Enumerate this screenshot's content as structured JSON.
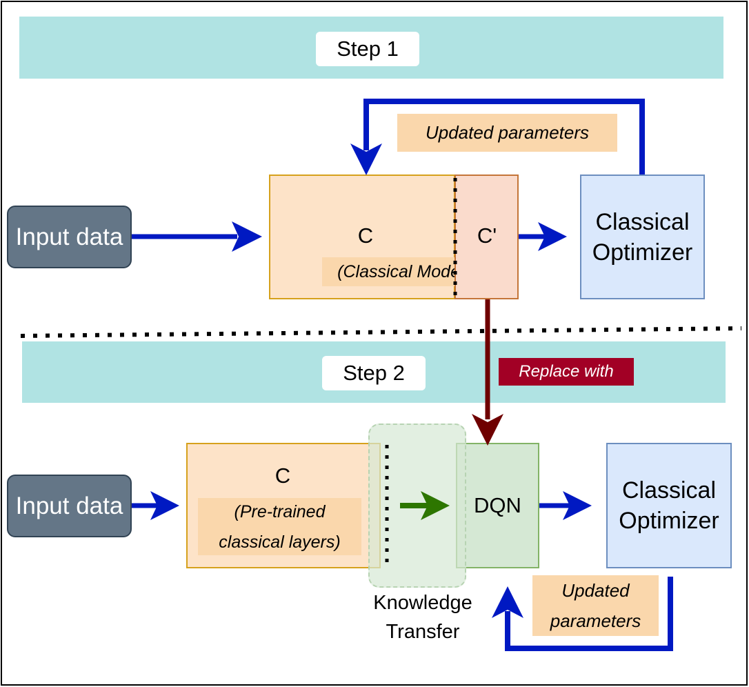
{
  "step1": {
    "label": "Step 1",
    "input_label": "Input data",
    "model_letter": "C",
    "model_caption": "(Classical Model)",
    "head_letter": "C'",
    "optimizer": [
      "Classical",
      "Optimizer"
    ],
    "feedback_label": "Updated parameters"
  },
  "transition": {
    "label": "Replace with"
  },
  "step2": {
    "label": "Step 2",
    "input_label": "Input data",
    "model_letter": "C",
    "model_caption": [
      "(Pre-trained",
      "classical layers)"
    ],
    "dqn_label": "DQN",
    "transfer_label": [
      "Knowledge",
      "Transfer"
    ],
    "optimizer": [
      "Classical",
      "Optimizer"
    ],
    "feedback_label": [
      "Updated",
      "parameters"
    ]
  },
  "colors": {
    "flow_arrow": "#0019c2",
    "replace_arrow": "#6f0000",
    "transfer_arrow": "#2d7600",
    "band": "#b0e3e3"
  }
}
